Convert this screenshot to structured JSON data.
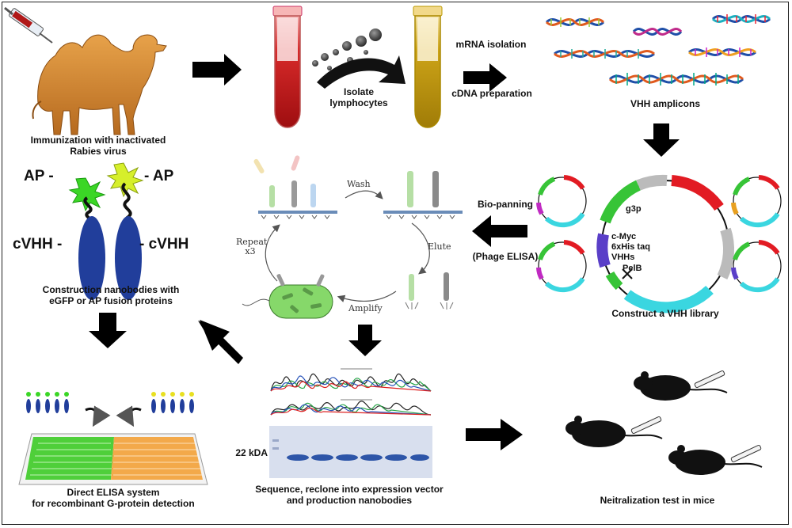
{
  "steps": {
    "immunization": "Immunization with inactivated\nRabies virus",
    "isolate": "Isolate\nlymphocytes",
    "mrna": "mRNA isolation",
    "cdna": "cDNA preparation",
    "vhh_amplicons": "VHH amplicons",
    "biopanning": "Bio-panning",
    "phage_elisa": "(Phage ELISA)",
    "construct_library": "Construct a VHH library",
    "construction_nanobodies": "Construction nanobodies with\neGFP or AP fusion proteins",
    "direct_elisa": "Direct ELISA system\nfor recombinant G-protein  detection",
    "sequence": "Sequence, reclone into expression vector\nand production nanobodies",
    "neutralization": "Neitralization  test in mice"
  },
  "panning_cycle": {
    "wash": "Wash",
    "elute": "Elute",
    "amplify": "Amplify",
    "repeat": "Repeat\nx3"
  },
  "nanobody": {
    "ap_left": "AP -",
    "ap_right": "- AP",
    "cvhh_left": "cVHH -",
    "cvhh_right": "- cVHH"
  },
  "vector": {
    "g3p": "g3p",
    "cmyc": "c-Myc",
    "his": "6xHis taq",
    "vhhs": "VHHs",
    "pelb": "PelB"
  },
  "gel": {
    "marker": "22 kDA"
  },
  "colors": {
    "arrow": "#000000",
    "blood": "#c8171a",
    "serum": "#c9a50f",
    "nanobody_blue": "#1f3a9e",
    "plasmid_cyan": "#3ad6e0",
    "plasmid_red": "#e21b23",
    "plasmid_green": "#37c437",
    "gel_blue": "#2d55a8"
  }
}
